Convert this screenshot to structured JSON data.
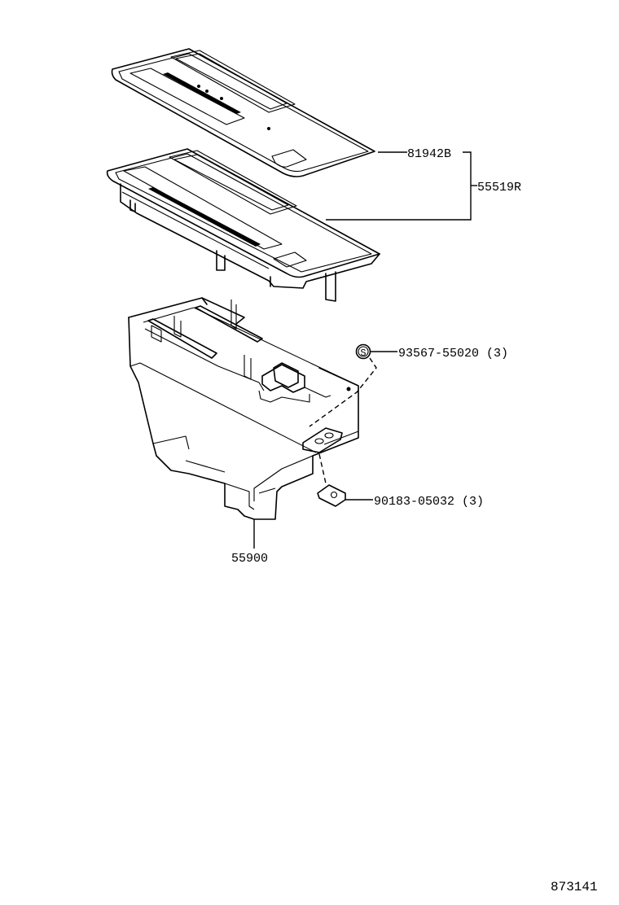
{
  "callouts": {
    "cover_plate": "81942B",
    "bracket_group": "55519R",
    "screw": "93567-55020 (3)",
    "screw_symbol": "S",
    "clip_nut": "90183-05032 (3)",
    "console_box": "55900"
  },
  "figure_number": "873141"
}
